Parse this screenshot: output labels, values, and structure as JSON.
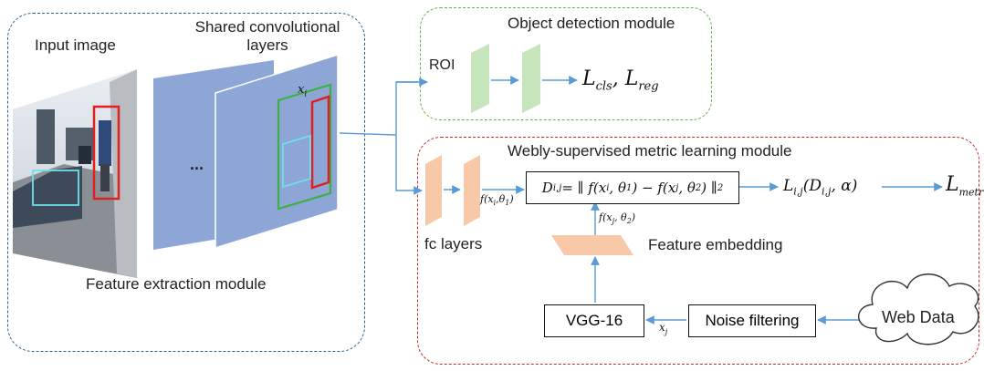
{
  "feature_module": {
    "input_image_label": "Input image",
    "shared_conv_label_line1": "Shared convolutional",
    "shared_conv_label_line2": "layers",
    "xi_label": "x",
    "xi_sub": "i",
    "ellipsis": "...",
    "title": "Feature extraction module"
  },
  "detection_module": {
    "title": "Object detection module",
    "roi_label": "ROI",
    "loss_label": "L",
    "loss_cls_sub": "cls",
    "loss_sep": ", L",
    "loss_reg_sub": "reg"
  },
  "metric_module": {
    "title": "Webly-supervised metric learning module",
    "fc_label": "fc layers",
    "f_xi_label": "f(x",
    "f_xi_label_sub": "i",
    "f_xi_label_tail": ",θ",
    "f_xi_theta_sub": "1",
    "f_xi_close": ")",
    "distance_formula": "D",
    "distance_sub": "i,j",
    "distance_rhs": " = ∥ f(x",
    "distance_rhs_sub1": "i",
    "distance_rhs_mid": ", θ",
    "distance_rhs_sub2": "1",
    "distance_rhs_mid2": ") − f(x",
    "distance_rhs_sub3": "j",
    "distance_rhs_mid3": ", θ",
    "distance_rhs_sub4": "2",
    "distance_rhs_end": ") ∥",
    "distance_rhs_sub5": "2",
    "f_xj_label": "f(x",
    "f_xj_sub": "j",
    "f_xj_mid": ", θ",
    "f_xj_sub2": "2",
    "f_xj_close": ")",
    "embedding_label": "Feature embedding",
    "lij_label": "L",
    "lij_sub": "i,j",
    "lij_args": "(D",
    "lij_args_sub": "i,j",
    "lij_args_end": ", α)",
    "lmetric_label": "L",
    "lmetric_sub": "metric",
    "vgg_label": "VGG-16",
    "noise_label": "Noise filtering",
    "xj_label": "x",
    "xj_sub": "j",
    "web_data_label": "Web Data"
  },
  "colors": {
    "feature_border": "#2e5d9a",
    "detection_border": "#6ab04c",
    "metric_border": "#c62828",
    "layer_blue": "#8ea6d6",
    "fc_orange": "#f8c9a8",
    "det_green": "#c6e5bd",
    "arrow": "#5b9bd5",
    "green_box": "#3cb043",
    "red_box": "#e02020",
    "cyan_box": "#6ee0e8"
  },
  "icons": {
    "photo": "street-photo-icon",
    "cloud": "cloud-icon"
  }
}
